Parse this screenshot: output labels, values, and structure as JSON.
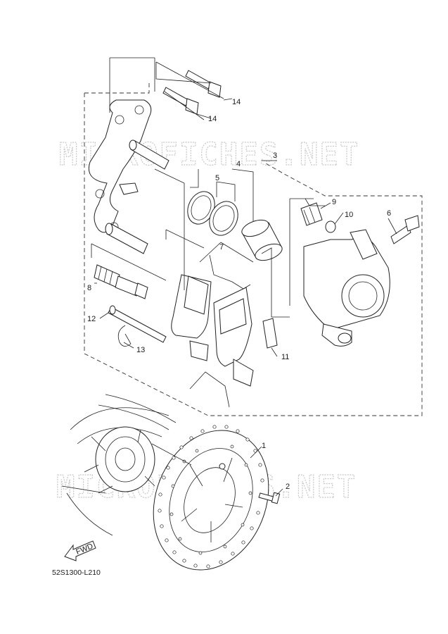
{
  "watermark": "MICROFICHES.NET",
  "caption": "52S1300-L210",
  "fwd_label": "FWD",
  "callouts": {
    "c1": "1",
    "c2": "2",
    "c3": "3",
    "c4": "4",
    "c5": "5",
    "c6": "6",
    "c7": "7",
    "c8": "8",
    "c9": "9",
    "c10": "10",
    "c11": "11",
    "c12": "12",
    "c13": "13",
    "c14a": "14",
    "c14b": "14"
  }
}
